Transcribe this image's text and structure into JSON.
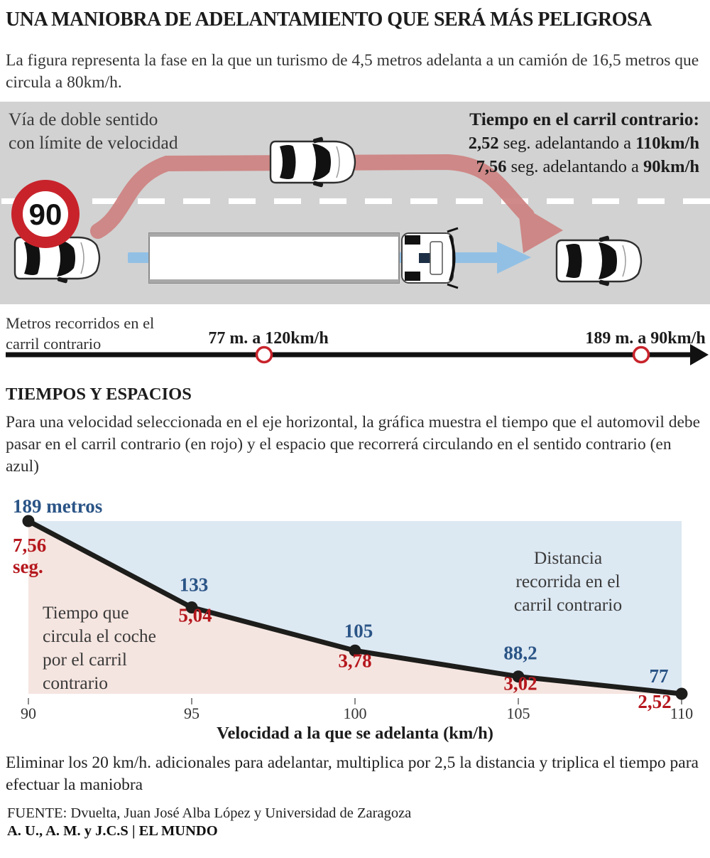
{
  "header": {
    "title": "UNA MANIOBRA DE ADELANTAMIENTO QUE SERÁ MÁS PELIGROSA",
    "subtitle": "La figura representa la fase en la que un turismo de 4,5 metros adelanta a un camión de 16,5 metros que circula a 80km/h."
  },
  "diagram": {
    "road_note": "Vía de doble sentido con límite de velocidad",
    "speed_sign": "90",
    "time_box": {
      "title": "Tiempo en el carril contrario:",
      "lines": [
        {
          "bold1": "2,52",
          "mid": " seg. adelantando a ",
          "bold2": "110km/h"
        },
        {
          "bold1": "7,56",
          "mid": " seg. adelantando a ",
          "bold2": "90km/h"
        }
      ]
    },
    "colors": {
      "panel_bg": "#d2d2d2",
      "red_arrow": "#cd8180",
      "blue_arrow": "#92c0e5",
      "sign_red": "#c8232b"
    }
  },
  "distance_axis": {
    "label": "Metros recorridos en el\ncarril contrario",
    "markers": [
      {
        "text": "77 m. a 120km/h"
      },
      {
        "text": "189 m. a 90km/h"
      }
    ]
  },
  "section": {
    "title": "TIEMPOS Y ESPACIOS",
    "description": "Para una velocidad seleccionada en el eje horizontal, la gráfica muestra el tiempo que el automovil debe pasar en el carril contrario (en rojo) y el espacio que recorrerá circulando en el sentido contrario (en azul)"
  },
  "chart_data": {
    "type": "line",
    "x": [
      90,
      95,
      100,
      105,
      110
    ],
    "x_ticks": [
      "90",
      "95",
      "100",
      "105",
      "110"
    ],
    "xlim": [
      90,
      110
    ],
    "xlabel": "Velocidad a la que se adelanta (km/h)",
    "series": [
      {
        "name": "Distancia recorrida en el carril contrario (metros)",
        "color": "#2a5486",
        "values": [
          189,
          133,
          105,
          88.2,
          77
        ],
        "labels": [
          "189 metros",
          "133",
          "105",
          "88,2",
          "77"
        ]
      },
      {
        "name": "Tiempo que circula el coche por el carril contrario (seg.)",
        "color": "#b5171d",
        "values": [
          7.56,
          5.04,
          3.78,
          3.02,
          2.52
        ],
        "labels": [
          "7,56\nseg.",
          "5,04",
          "3,78",
          "3,02",
          "2,52"
        ]
      }
    ],
    "area_labels": {
      "red": "Tiempo que\ncircula el coche\npor el carril\ncontrario",
      "blue": "Distancia\nrecorrida en el\ncarril contrario"
    },
    "area_colors": {
      "blue": "#dce8f2",
      "red": "#f5e5e0"
    },
    "line_color": "#1d1d1b",
    "legend_position": "labels-in-plot",
    "grid": false
  },
  "footer": {
    "note": "Eliminar los 20 km/h. adicionales para adelantar, multiplica por 2,5 la distancia y triplica el tiempo para efectuar la  maniobra",
    "source": "FUENTE: Dvuelta, Juan José Alba López y Universidad de Zaragoza",
    "credits": "A. U., A. M. y J.C.S | EL MUNDO"
  }
}
